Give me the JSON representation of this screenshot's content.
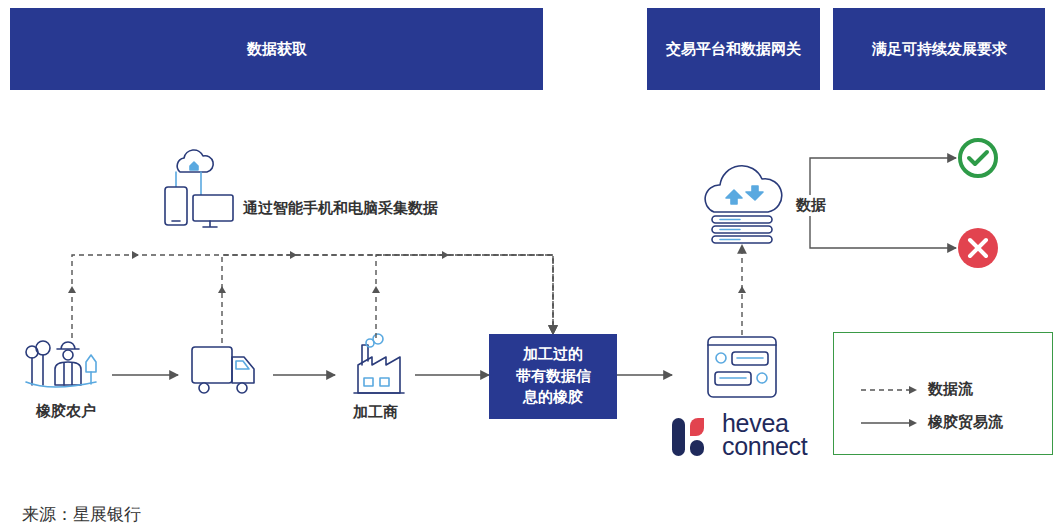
{
  "diagram": {
    "caption": "来源：星展银行",
    "nodes": [
      {
        "text": [
          "数据获取"
        ]
      },
      {
        "text": [
          "交易平台和数据网关"
        ]
      },
      {
        "text": [
          "满足可持续发展要求"
        ]
      },
      {
        "text": [
          "橡胶农户"
        ]
      },
      {
        "text": []
      },
      {
        "text": [
          "加工商"
        ]
      },
      {
        "text": [
          "加工过的 带有数据信 息的橡胶"
        ]
      },
      {
        "text": [
          "hevea connect"
        ]
      },
      {
        "text": [
          "数据"
        ]
      },
      {
        "text": []
      },
      {
        "text": []
      }
    ],
    "edges": [
      {
        "from": 3,
        "to": 4,
        "arrow": "to"
      },
      {
        "from": 4,
        "to": 5,
        "arrow": "to"
      },
      {
        "from": 5,
        "to": 6,
        "arrow": "to"
      },
      {
        "from": 6,
        "to": 7,
        "arrow": "to"
      },
      {
        "from": 3,
        "to": 6,
        "arrow": "to"
      },
      {
        "from": 4,
        "to": 6,
        "arrow": "to"
      },
      {
        "from": 5,
        "to": 6,
        "arrow": "to"
      },
      {
        "from": 7,
        "to": 8,
        "arrow": "to"
      },
      {
        "from": 8,
        "to": 9,
        "arrow": "to"
      },
      {
        "from": 8,
        "to": 10,
        "arrow": "to"
      }
    ],
    "labels": [
      "通过智能手机和电脑采集数据"
    ],
    "legend": [
      {
        "text": "数据流"
      },
      {
        "text": "橡胶贸易流"
      }
    ]
  }
}
